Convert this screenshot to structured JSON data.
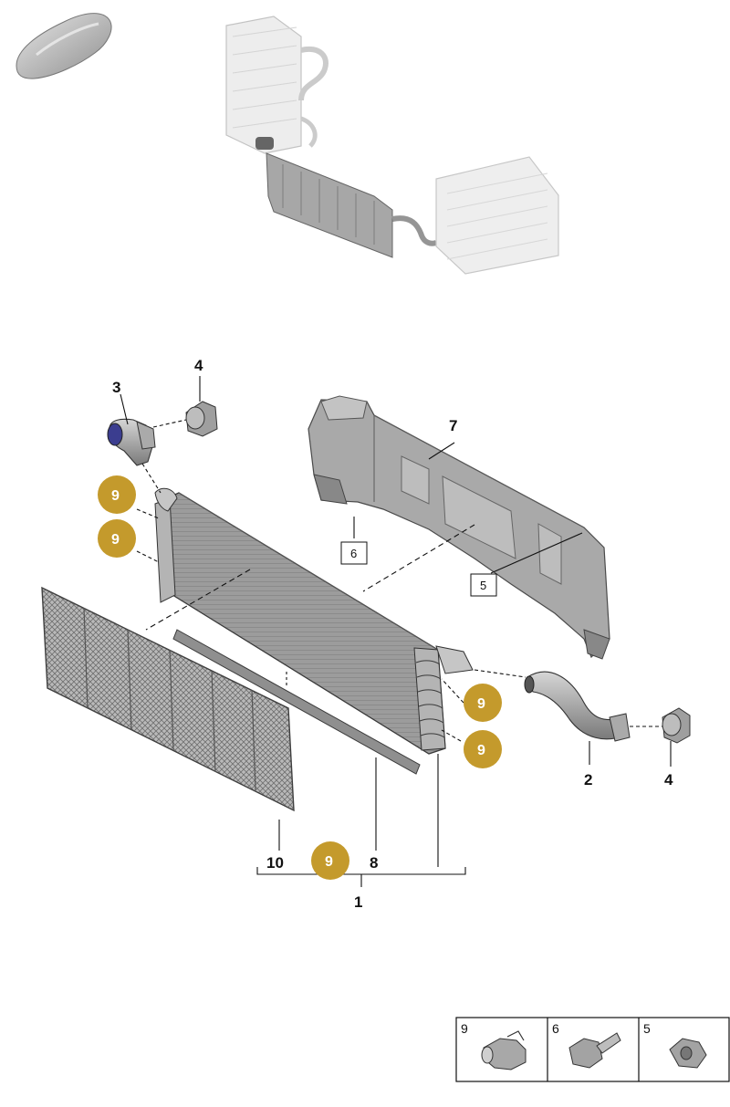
{
  "callouts": {
    "c1": "1",
    "c2": "2",
    "c3": "3",
    "c4_top": "4",
    "c4_right": "4",
    "c5_box": "5",
    "c6_box": "6",
    "c7": "7",
    "c8": "8",
    "c10": "10"
  },
  "badges": {
    "b1": "9",
    "b2": "9",
    "b3": "9",
    "b4": "9",
    "b5": "9"
  },
  "legend": {
    "cells": [
      {
        "label": "9",
        "icon": "connector-clip-icon"
      },
      {
        "label": "6",
        "icon": "bolt-icon"
      },
      {
        "label": "5",
        "icon": "nut-icon"
      }
    ]
  },
  "colors": {
    "badge_fill": "#c49a2c",
    "part_gray": "#9a9a9a",
    "ghost_gray": "#dcdcdc"
  }
}
